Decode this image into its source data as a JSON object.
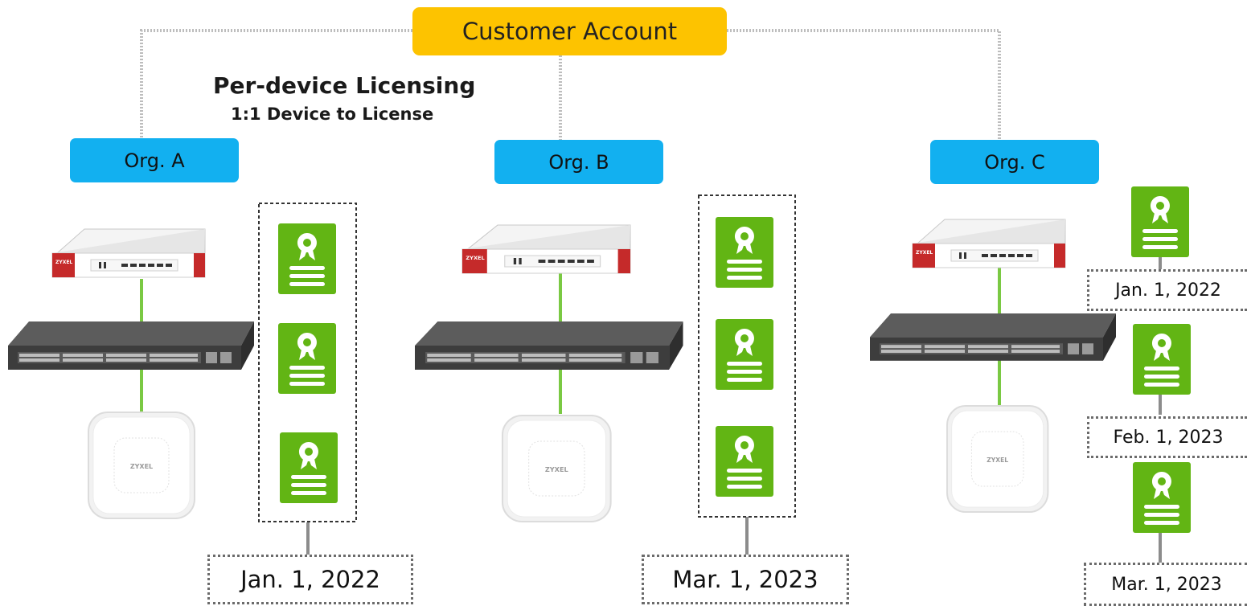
{
  "account": {
    "label": "Customer Account"
  },
  "title": {
    "main": "Per-device Licensing",
    "sub": "1:1 Device to License"
  },
  "orgs": [
    {
      "label": "Org. A",
      "device_brand": "ZYXEL",
      "license_date": "Jan. 1, 2022"
    },
    {
      "label": "Org. B",
      "device_brand": "ZYXEL",
      "license_date": "Mar. 1, 2023"
    },
    {
      "label": "Org. C",
      "device_brand": "ZYXEL",
      "license_dates": [
        "Jan. 1, 2022",
        "Feb. 1, 2023",
        "Mar. 1, 2023"
      ]
    }
  ],
  "colors": {
    "account": "#fdc300",
    "org": "#12b0f0",
    "license": "#62b514",
    "link": "#7ac943",
    "firewall_accent": "#c52a2a",
    "switch": "#3d3d3d"
  },
  "icons": {
    "license": "license-certificate-icon",
    "firewall": "firewall-device",
    "switch": "network-switch-device",
    "access_point": "wireless-access-point-device"
  }
}
